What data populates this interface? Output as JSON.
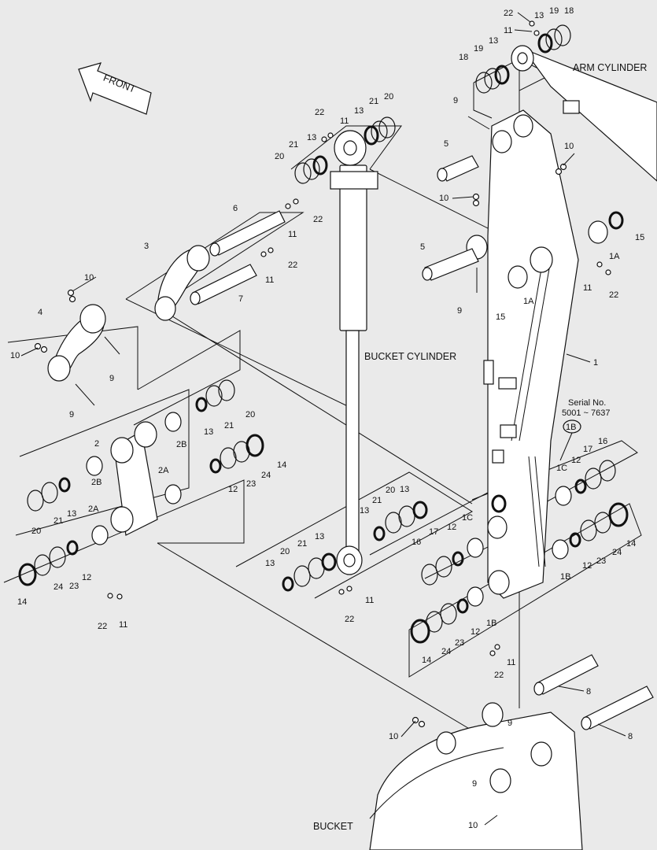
{
  "front_label": "FRONT",
  "assembly_labels": {
    "arm_cylinder": "ARM CYLINDER",
    "bucket_cylinder": "BUCKET CYLINDER",
    "bucket": "BUCKET",
    "serial_title": "Serial No.",
    "serial_range": "5001 ~ 7637",
    "serial_callout": "1B"
  },
  "callouts": [
    {
      "id": "c1",
      "text": "22"
    },
    {
      "id": "c2",
      "text": "13"
    },
    {
      "id": "c3",
      "text": "19"
    },
    {
      "id": "c4",
      "text": "18"
    },
    {
      "id": "c5",
      "text": "11"
    },
    {
      "id": "c6",
      "text": "19"
    },
    {
      "id": "c7",
      "text": "13"
    },
    {
      "id": "c8",
      "text": "18"
    },
    {
      "id": "c9",
      "text": "9"
    },
    {
      "id": "c10",
      "text": "22"
    },
    {
      "id": "c11",
      "text": "13"
    },
    {
      "id": "c12",
      "text": "21"
    },
    {
      "id": "c13",
      "text": "20"
    },
    {
      "id": "c14",
      "text": "13"
    },
    {
      "id": "c15",
      "text": "11"
    },
    {
      "id": "c16",
      "text": "21"
    },
    {
      "id": "c17",
      "text": "20"
    },
    {
      "id": "c18",
      "text": "5"
    },
    {
      "id": "c19",
      "text": "10"
    },
    {
      "id": "c20",
      "text": "10"
    },
    {
      "id": "c21",
      "text": "6"
    },
    {
      "id": "c22",
      "text": "22"
    },
    {
      "id": "c23",
      "text": "11"
    },
    {
      "id": "c24",
      "text": "15"
    },
    {
      "id": "c25",
      "text": "3"
    },
    {
      "id": "c26",
      "text": "22"
    },
    {
      "id": "c27",
      "text": "11"
    },
    {
      "id": "c28",
      "text": "5"
    },
    {
      "id": "c29",
      "text": "1A"
    },
    {
      "id": "c30",
      "text": "10"
    },
    {
      "id": "c31",
      "text": "7"
    },
    {
      "id": "c32",
      "text": "11"
    },
    {
      "id": "c33",
      "text": "22"
    },
    {
      "id": "c34",
      "text": "4"
    },
    {
      "id": "c35",
      "text": "9"
    },
    {
      "id": "c36",
      "text": "1A"
    },
    {
      "id": "c37",
      "text": "15"
    },
    {
      "id": "c38",
      "text": "10"
    },
    {
      "id": "c39",
      "text": "9"
    },
    {
      "id": "c40",
      "text": "1"
    },
    {
      "id": "c41",
      "text": "9"
    },
    {
      "id": "c42",
      "text": "20"
    },
    {
      "id": "c43",
      "text": "21"
    },
    {
      "id": "c44",
      "text": "13"
    },
    {
      "id": "c45",
      "text": "2"
    },
    {
      "id": "c46",
      "text": "2B"
    },
    {
      "id": "c47",
      "text": "16"
    },
    {
      "id": "c48",
      "text": "17"
    },
    {
      "id": "c49",
      "text": "12"
    },
    {
      "id": "c50",
      "text": "1C"
    },
    {
      "id": "c51",
      "text": "14"
    },
    {
      "id": "c52",
      "text": "24"
    },
    {
      "id": "c53",
      "text": "23"
    },
    {
      "id": "c54",
      "text": "12"
    },
    {
      "id": "c55",
      "text": "2A"
    },
    {
      "id": "c56",
      "text": "2B"
    },
    {
      "id": "c57",
      "text": "20"
    },
    {
      "id": "c58",
      "text": "21"
    },
    {
      "id": "c59",
      "text": "13"
    },
    {
      "id": "c60",
      "text": "20"
    },
    {
      "id": "c61",
      "text": "21"
    },
    {
      "id": "c62",
      "text": "13"
    },
    {
      "id": "c63",
      "text": "13"
    },
    {
      "id": "c64",
      "text": "2A"
    },
    {
      "id": "c65",
      "text": "12"
    },
    {
      "id": "c66",
      "text": "17"
    },
    {
      "id": "c67",
      "text": "1C"
    },
    {
      "id": "c68",
      "text": "16"
    },
    {
      "id": "c69",
      "text": "14"
    },
    {
      "id": "c70",
      "text": "24"
    },
    {
      "id": "c71",
      "text": "23"
    },
    {
      "id": "c72",
      "text": "12"
    },
    {
      "id": "c73",
      "text": "24"
    },
    {
      "id": "c74",
      "text": "14"
    },
    {
      "id": "c75",
      "text": "23"
    },
    {
      "id": "c76",
      "text": "12"
    },
    {
      "id": "c77",
      "text": "1B"
    },
    {
      "id": "c78",
      "text": "20"
    },
    {
      "id": "c79",
      "text": "21"
    },
    {
      "id": "c80",
      "text": "13"
    },
    {
      "id": "c81",
      "text": "13"
    },
    {
      "id": "c82",
      "text": "11"
    },
    {
      "id": "c83",
      "text": "22"
    },
    {
      "id": "c84",
      "text": "22"
    },
    {
      "id": "c85",
      "text": "11"
    },
    {
      "id": "c86",
      "text": "14"
    },
    {
      "id": "c87",
      "text": "24"
    },
    {
      "id": "c88",
      "text": "23"
    },
    {
      "id": "c89",
      "text": "12"
    },
    {
      "id": "c90",
      "text": "1B"
    },
    {
      "id": "c91",
      "text": "11"
    },
    {
      "id": "c92",
      "text": "22"
    },
    {
      "id": "c93",
      "text": "8"
    },
    {
      "id": "c94",
      "text": "9"
    },
    {
      "id": "c95",
      "text": "10"
    },
    {
      "id": "c96",
      "text": "8"
    },
    {
      "id": "c97",
      "text": "9"
    },
    {
      "id": "c98",
      "text": "10"
    }
  ]
}
